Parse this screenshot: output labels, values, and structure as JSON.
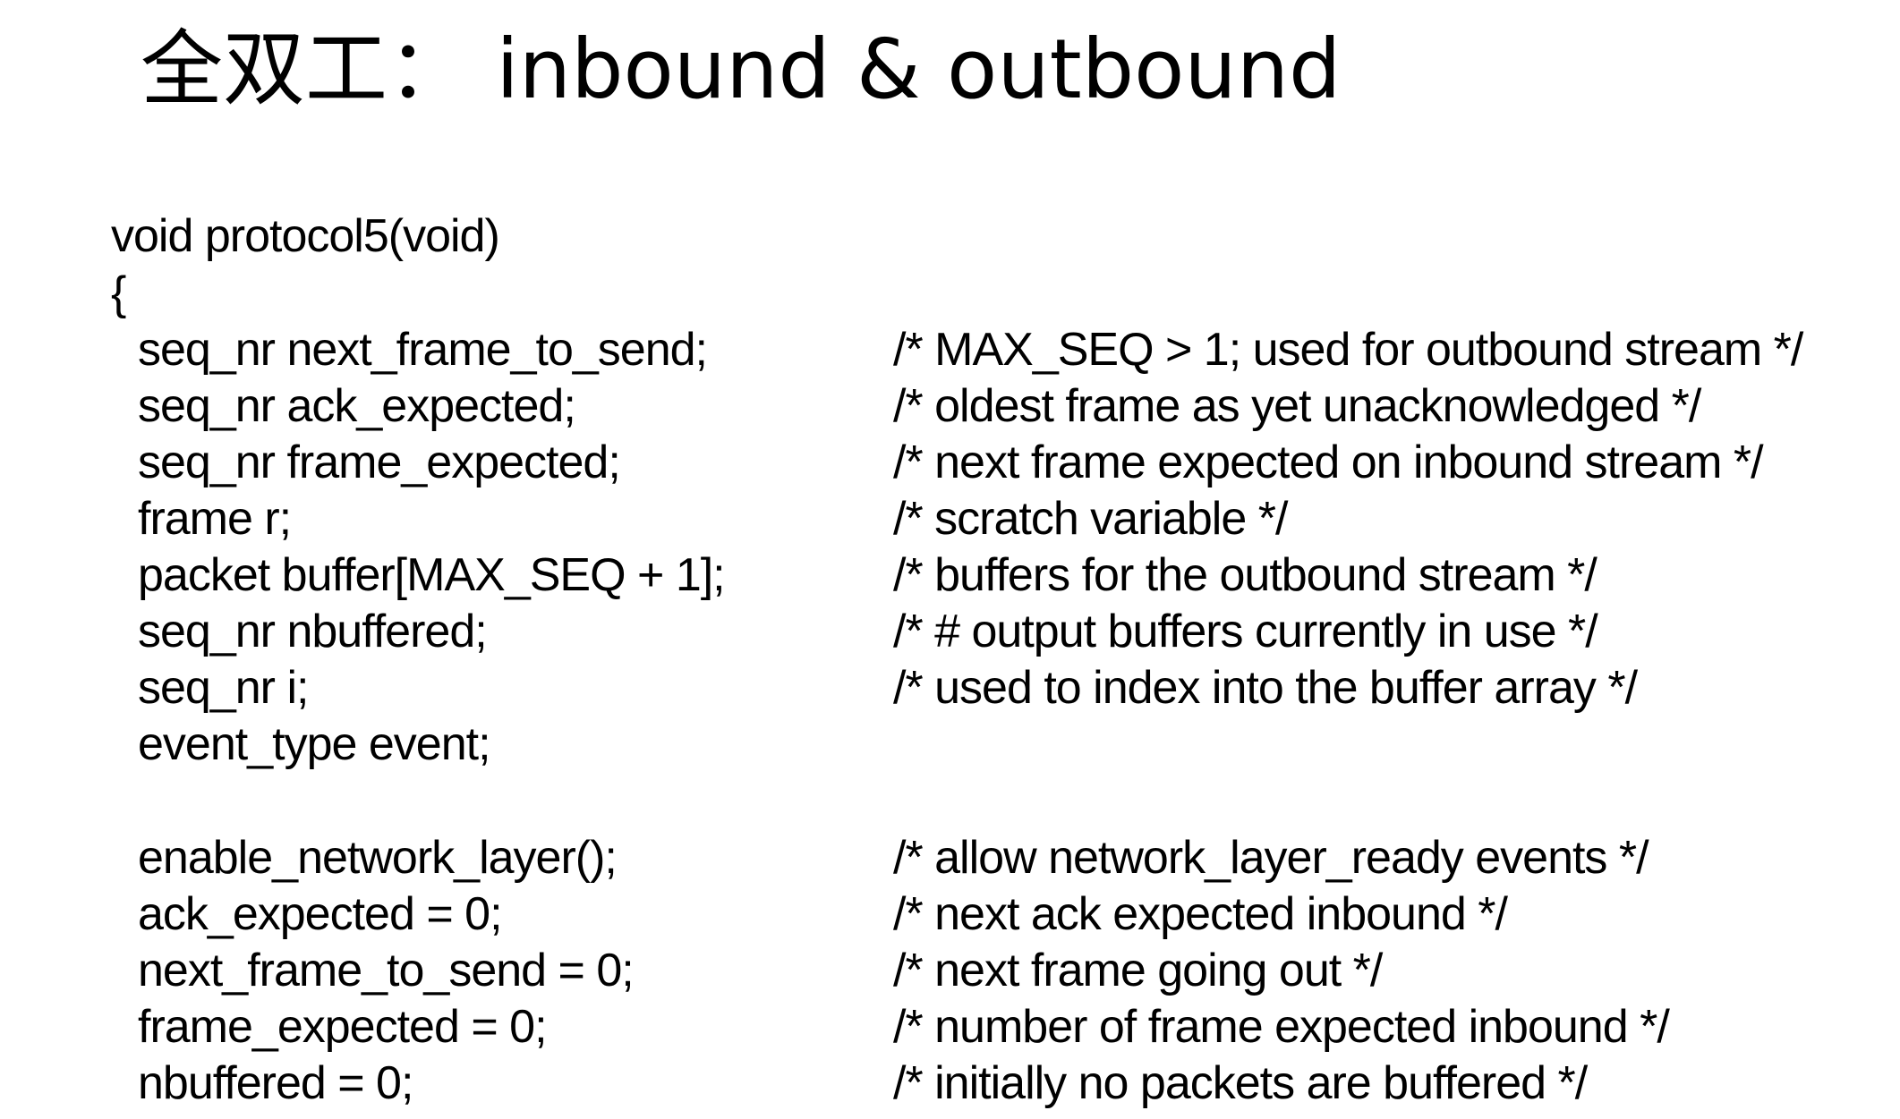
{
  "title": "全双工： inbound & outbound",
  "code": {
    "signature": "void protocol5(void)",
    "open_brace": "{",
    "declarations": [
      {
        "code": "seq_nr next_frame_to_send;",
        "comment": "/* MAX_SEQ > 1; used for outbound stream */"
      },
      {
        "code": "seq_nr ack_expected;",
        "comment": "/* oldest frame as yet unacknowledged */"
      },
      {
        "code": "seq_nr frame_expected;",
        "comment": "/* next frame expected on inbound stream */"
      },
      {
        "code": "frame r;",
        "comment": "/* scratch variable */"
      },
      {
        "code": "packet buffer[MAX_SEQ + 1];",
        "comment": "/* buffers for the outbound stream */"
      },
      {
        "code": "seq_nr nbuffered;",
        "comment": "/* # output buffers currently in use */"
      },
      {
        "code": "seq_nr i;",
        "comment": "/* used to index into the buffer array */"
      },
      {
        "code": "event_type event;",
        "comment": ""
      }
    ],
    "initializations": [
      {
        "code": "enable_network_layer();",
        "comment": "/* allow network_layer_ready events */"
      },
      {
        "code": "ack_expected = 0;",
        "comment": "/* next ack expected inbound */"
      },
      {
        "code": "next_frame_to_send = 0;",
        "comment": "/* next frame going out */"
      },
      {
        "code": "frame_expected = 0;",
        "comment": "/* number of frame expected inbound */"
      },
      {
        "code": "nbuffered = 0;",
        "comment": "/* initially no packets are buffered */"
      }
    ]
  }
}
